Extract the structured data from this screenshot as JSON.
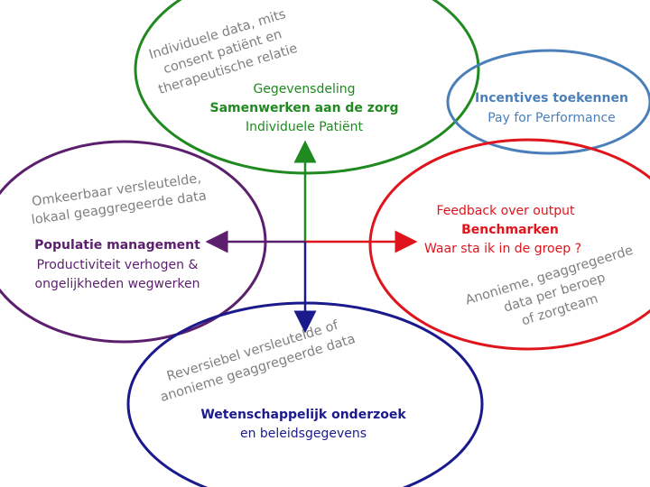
{
  "colors": {
    "green": "#1f8a1f",
    "blue_light": "#4a7fba",
    "red": "#e0141c",
    "navy": "#1a1a8c",
    "purple": "#5c1f6e",
    "gray": "#7f7f7f"
  },
  "top": {
    "gray_lines": [
      "Individuele data, mits",
      "consent patiënt en",
      "therapeutische relatie"
    ],
    "line1": "Gegevensdeling",
    "line2": "Samenwerken aan de zorg",
    "line3": "Individuele Patiënt"
  },
  "incentives": {
    "line1": "Incentives toekennen",
    "line2": "Pay for Performance"
  },
  "right": {
    "line1": "Feedback over output",
    "line2": "Benchmarken",
    "line3": "Waar sta ik in de groep ?",
    "gray_lines": [
      "Anonieme, geaggregeerde",
      "data per beroep",
      "of zorgteam"
    ]
  },
  "left": {
    "gray_lines": [
      "Omkeerbaar versleutelde,",
      "lokaal geaggregeerde data"
    ],
    "line1": "Populatie management",
    "line2": "Productiviteit verhogen &",
    "line3": "ongelijkheden wegwerken"
  },
  "bottom": {
    "gray_lines": [
      "Reversiebel versleutelde of",
      "anonieme geaggregeerde data"
    ],
    "line1": "Wetenschappelijk onderzoek",
    "line2": "en beleidsgegevens"
  }
}
